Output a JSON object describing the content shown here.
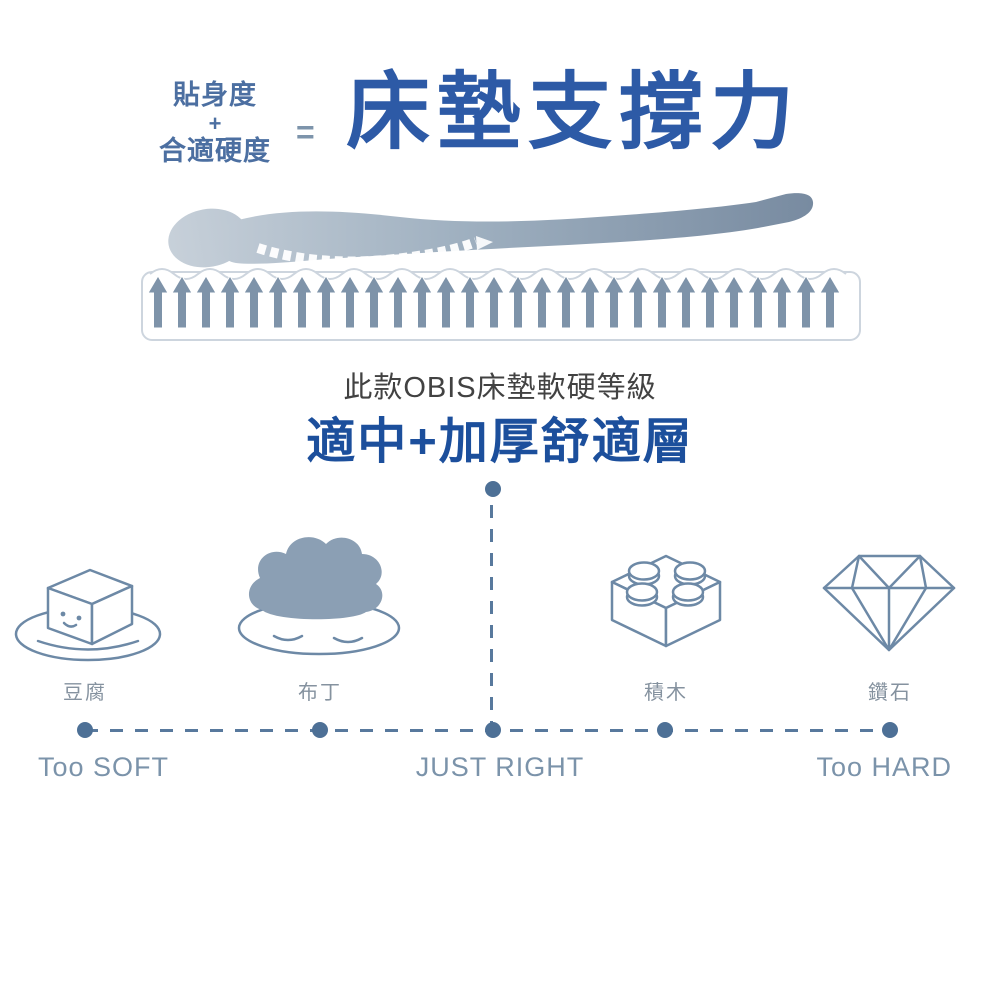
{
  "formula": {
    "term1": "貼身度",
    "operator": "+",
    "term2": "合適硬度",
    "equals": "=",
    "result": "床墊支撐力"
  },
  "grade": {
    "subtitle": "此款OBIS床墊軟硬等級",
    "value": "適中+加厚舒適層"
  },
  "scale": {
    "items": [
      {
        "label": "豆腐",
        "icon": "tofu-icon"
      },
      {
        "label": "布丁",
        "icon": "pudding-icon"
      },
      {
        "label": "積木",
        "icon": "blocks-icon"
      },
      {
        "label": "鑽石",
        "icon": "diamond-icon"
      }
    ],
    "left_end": "Too SOFT",
    "center": "JUST RIGHT",
    "right_end": "Too HARD"
  },
  "colors": {
    "title_blue": "#2d5aa6",
    "grade_blue": "#1c4f9c",
    "icon_slate": "#6d89a6",
    "line_slate": "#58799d",
    "label_gray": "#85929f",
    "body_gradient_light": "#c8d1da",
    "body_gradient_dark": "#76899f"
  }
}
